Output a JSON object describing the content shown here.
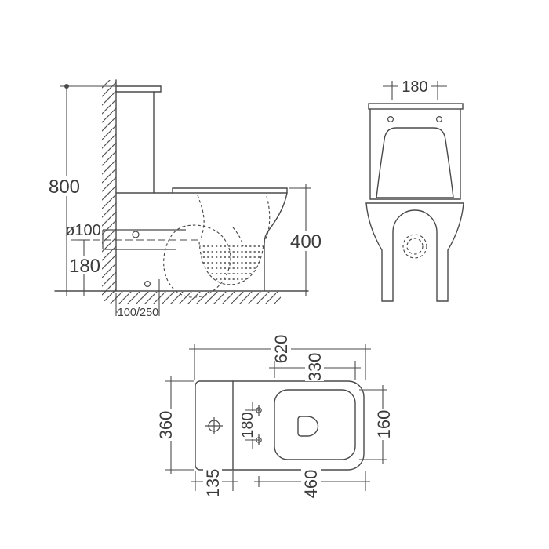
{
  "dimensions": {
    "side": {
      "overall_height": "800",
      "outlet_diameter": "ø100",
      "outlet_center_height": "180",
      "bowl_height": "400",
      "outlet_offset": "100/250"
    },
    "front": {
      "fixing_hole_spacing": "180"
    },
    "plan": {
      "overall_length": "620",
      "seat_opening_length": "330",
      "overall_width": "360",
      "seat_opening_width": "160",
      "cistern_depth": "135",
      "pan_length": "460",
      "bolt_spacing": "180"
    }
  },
  "colors": {
    "line": "#4a4a4a",
    "background": "#ffffff"
  }
}
